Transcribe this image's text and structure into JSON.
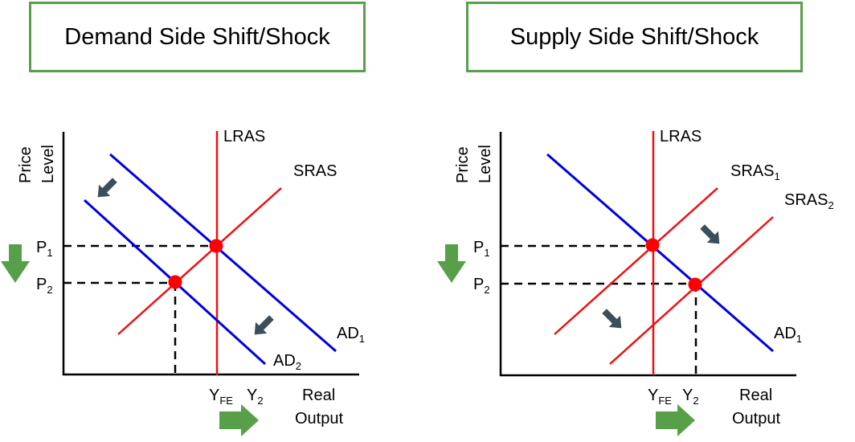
{
  "panels": [
    {
      "title": "Demand Side Shift/Shock",
      "y_axis_label": [
        "Price",
        "Level"
      ],
      "x_axis_label": [
        "Real",
        "Output"
      ],
      "price_labels": [
        {
          "main": "P",
          "sub": "1"
        },
        {
          "main": "P",
          "sub": "2"
        }
      ],
      "output_labels": [
        {
          "main": "Y",
          "sub": "FE"
        },
        {
          "main": "Y",
          "sub": "2"
        }
      ],
      "curve_labels": {
        "lras": "LRAS",
        "sras": {
          "main": "SRAS",
          "sub": ""
        },
        "ad1": {
          "main": "AD",
          "sub": "1"
        },
        "ad2": {
          "main": "AD",
          "sub": "2"
        }
      }
    },
    {
      "title": "Supply Side Shift/Shock",
      "y_axis_label": [
        "Price",
        "Level"
      ],
      "x_axis_label": [
        "Real",
        "Output"
      ],
      "price_labels": [
        {
          "main": "P",
          "sub": "1"
        },
        {
          "main": "P",
          "sub": "2"
        }
      ],
      "output_labels": [
        {
          "main": "Y",
          "sub": "FE"
        },
        {
          "main": "Y",
          "sub": "2"
        }
      ],
      "curve_labels": {
        "lras": "LRAS",
        "sras1": {
          "main": "SRAS",
          "sub": "1"
        },
        "sras2": {
          "main": "SRAS",
          "sub": "2"
        },
        "ad1": {
          "main": "AD",
          "sub": "1"
        }
      }
    }
  ],
  "colors": {
    "frame": "#57a049",
    "ad": "#0000dd",
    "as": "#ee1111",
    "equilibrium": "#ff0000",
    "shift_arrow": "#3b4f5a",
    "direction_arrow": "#57a049"
  }
}
